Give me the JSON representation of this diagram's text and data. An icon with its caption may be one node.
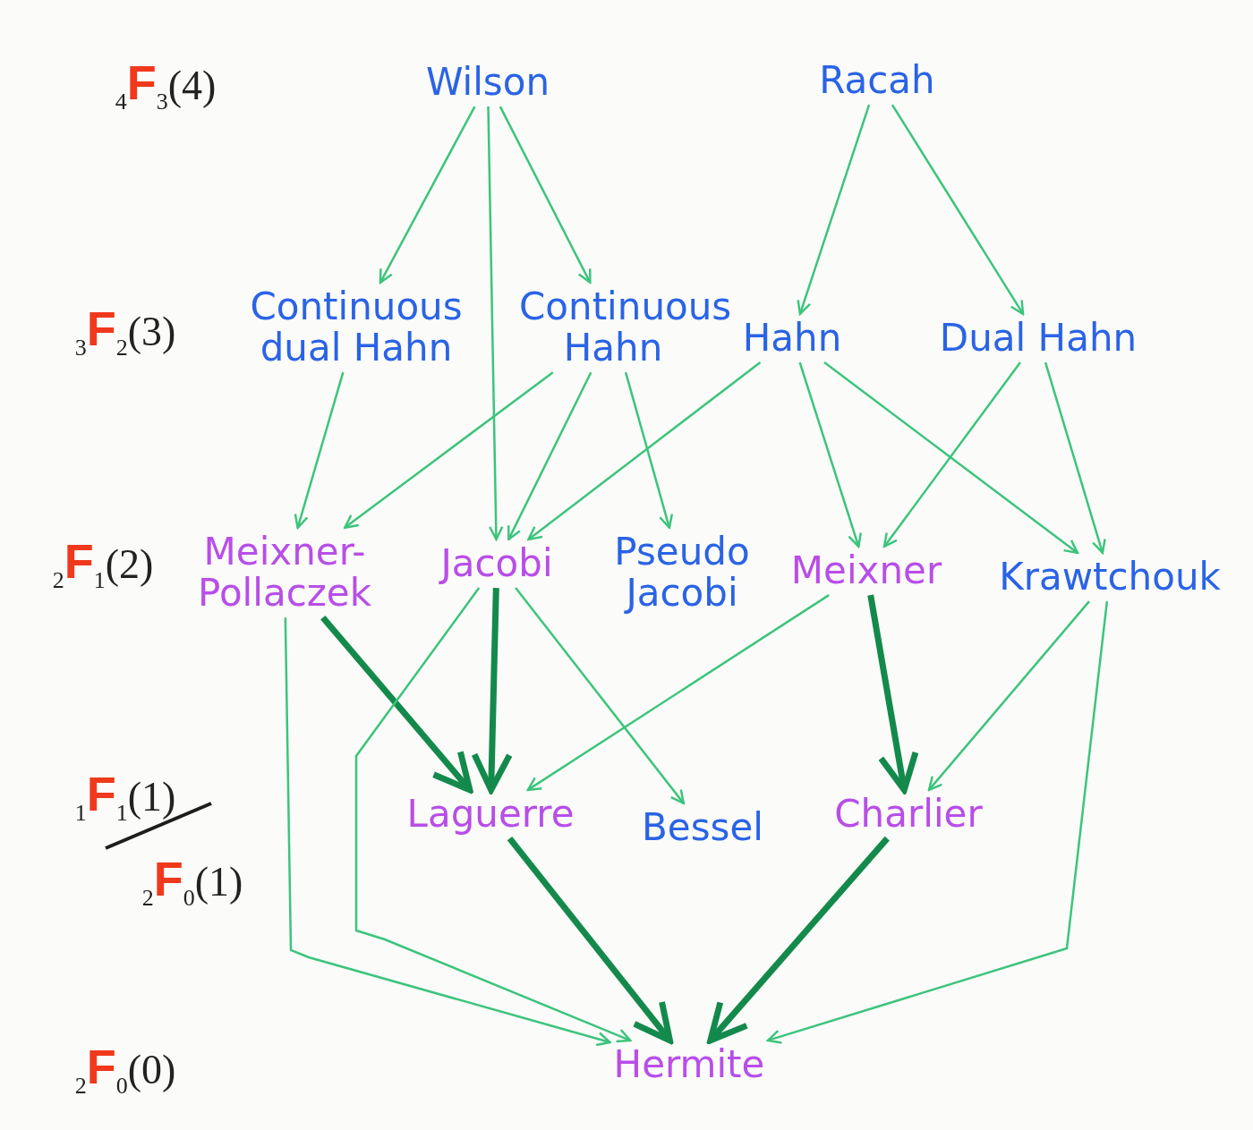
{
  "diagram": {
    "nodes": [
      {
        "text": [
          "Wilson"
        ]
      },
      {
        "text": [
          "Racah"
        ]
      },
      {
        "text": [
          "Continuous dual Hahn"
        ]
      },
      {
        "text": [
          "Continuous Hahn"
        ]
      },
      {
        "text": [
          "Hahn"
        ]
      },
      {
        "text": [
          "Dual Hahn"
        ]
      },
      {
        "text": [
          "Meixner-Pollaczek"
        ]
      },
      {
        "text": [
          "Jacobi"
        ]
      },
      {
        "text": [
          "Pseudo Jacobi"
        ]
      },
      {
        "text": [
          "Meixner"
        ]
      },
      {
        "text": [
          "Krawtchouk"
        ]
      },
      {
        "text": [
          "Laguerre"
        ]
      },
      {
        "text": [
          "Bessel"
        ]
      },
      {
        "text": [
          "Charlier"
        ]
      },
      {
        "text": [
          "Hermite"
        ]
      }
    ],
    "edges": [
      {
        "from": 0,
        "to": 2,
        "arrow": "to"
      },
      {
        "from": 0,
        "to": 7,
        "arrow": "to"
      },
      {
        "from": 0,
        "to": 3,
        "arrow": "to"
      },
      {
        "from": 1,
        "to": 4,
        "arrow": "to"
      },
      {
        "from": 1,
        "to": 5,
        "arrow": "to"
      },
      {
        "from": 2,
        "to": 6,
        "arrow": "to"
      },
      {
        "from": 3,
        "to": 6,
        "arrow": "to"
      },
      {
        "from": 3,
        "to": 7,
        "arrow": "to"
      },
      {
        "from": 3,
        "to": 8,
        "arrow": "to"
      },
      {
        "from": 4,
        "to": 7,
        "arrow": "to"
      },
      {
        "from": 4,
        "to": 9,
        "arrow": "to"
      },
      {
        "from": 4,
        "to": 10,
        "arrow": "to"
      },
      {
        "from": 5,
        "to": 9,
        "arrow": "to"
      },
      {
        "from": 5,
        "to": 10,
        "arrow": "to"
      },
      {
        "from": 6,
        "to": 11,
        "arrow": "to",
        "style": "thick",
        "color": "#138a4c"
      },
      {
        "from": 6,
        "to": 14,
        "arrow": "to"
      },
      {
        "from": 7,
        "to": 11,
        "arrow": "to",
        "style": "thick",
        "color": "#138a4c"
      },
      {
        "from": 7,
        "to": 12,
        "arrow": "to"
      },
      {
        "from": 7,
        "to": 14,
        "arrow": "to"
      },
      {
        "from": 9,
        "to": 11,
        "arrow": "to"
      },
      {
        "from": 9,
        "to": 13,
        "arrow": "to",
        "style": "thick",
        "color": "#138a4c"
      },
      {
        "from": 10,
        "to": 13,
        "arrow": "to"
      },
      {
        "from": 10,
        "to": 14,
        "arrow": "to"
      },
      {
        "from": 11,
        "to": 14,
        "arrow": "to",
        "style": "thick",
        "color": "#138a4c"
      },
      {
        "from": 13,
        "to": 14,
        "arrow": "to",
        "style": "thick",
        "color": "#138a4c"
      }
    ],
    "labels": [
      "$_{4}$**F**$_{3}$(4)",
      "$_{3}$**F**$_{2}$(3)",
      "$_{2}$**F**$_{1}$(2)",
      "$_{1}$**F**$_{1}$(1)",
      "$_{2}$**F**$_{0}$(1)",
      "$_{2}$**F**$_{0}$(0)"
    ]
  }
}
